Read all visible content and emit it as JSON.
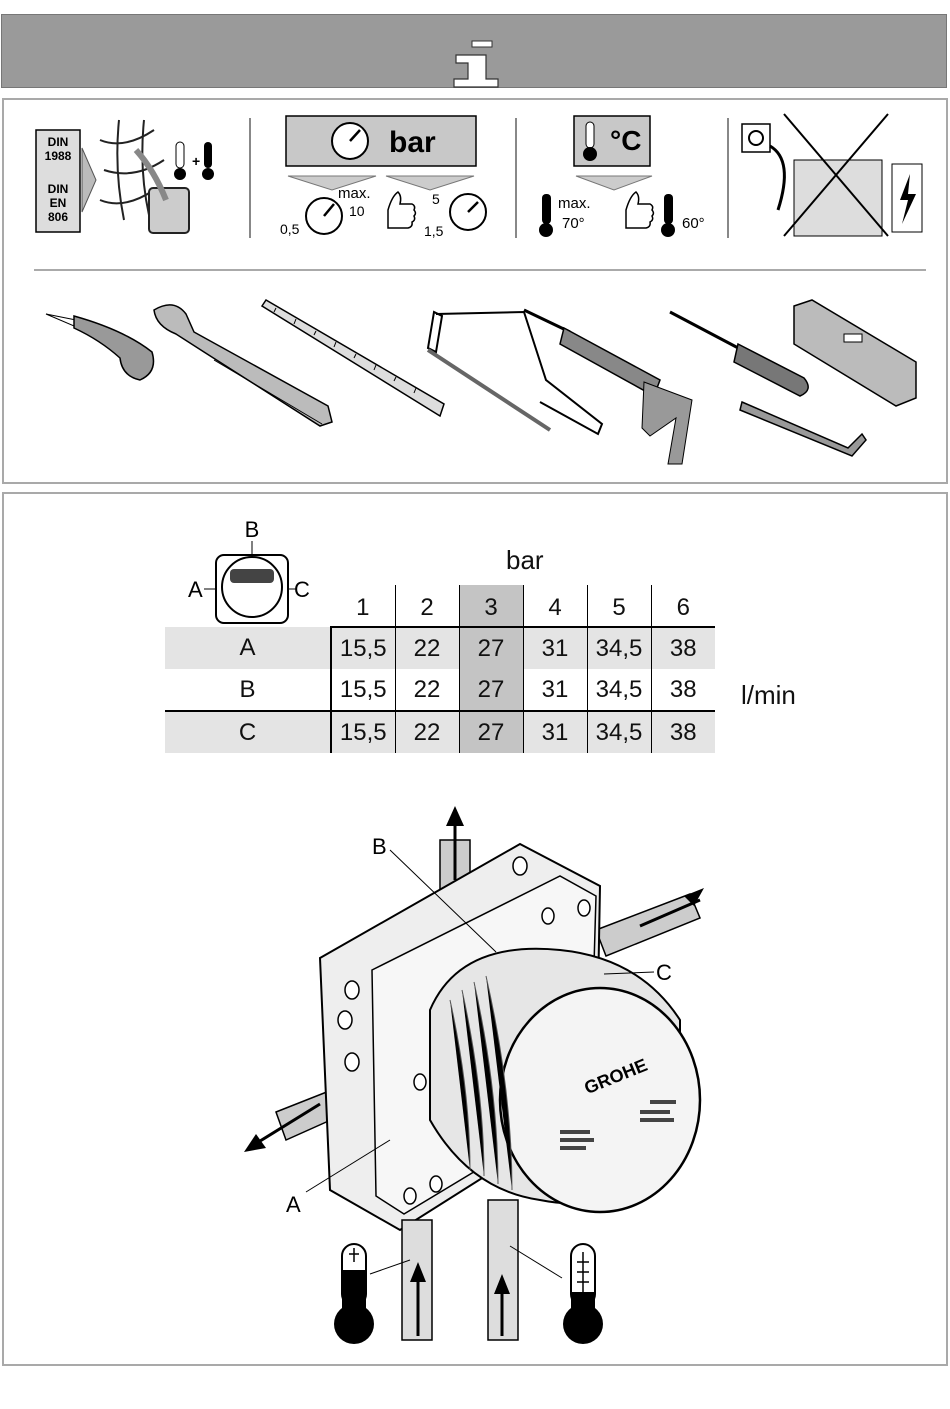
{
  "header": {
    "info_icon": "info-icon"
  },
  "prereq": {
    "din": [
      "DIN",
      "1988",
      "DIN",
      "EN",
      "806"
    ],
    "pressure": {
      "unit": "bar",
      "min": "0,5",
      "max_label": "max.",
      "max": "10",
      "rec_high": "5",
      "rec_low": "1,5"
    },
    "temperature": {
      "unit": "°C",
      "max_label": "max.",
      "max": "70°",
      "rec": "60°"
    }
  },
  "tools": [
    "knife-icon",
    "pipe-wrench-icon",
    "ruler-icon",
    "hacksaw-icon",
    "silicone-gun-icon",
    "screwdriver-icon",
    "spirit-level-icon",
    "hex-key-icon"
  ],
  "flow_table": {
    "unit_top": "bar",
    "unit_side": "l/min",
    "diagram_labels": {
      "a": "A",
      "b": "B",
      "c": "C"
    },
    "pressures": [
      "1",
      "2",
      "3",
      "4",
      "5",
      "6"
    ],
    "highlight_column": 2,
    "rows": [
      {
        "label": "A",
        "values": [
          "15,5",
          "22",
          "27",
          "31",
          "34,5",
          "38"
        ]
      },
      {
        "label": "B",
        "values": [
          "15,5",
          "22",
          "27",
          "31",
          "34,5",
          "38"
        ]
      },
      {
        "label": "C",
        "values": [
          "15,5",
          "22",
          "27",
          "31",
          "34,5",
          "38"
        ]
      }
    ]
  },
  "assembly": {
    "label_a": "A",
    "label_b": "B",
    "label_c": "C",
    "brand": "GROHE"
  }
}
